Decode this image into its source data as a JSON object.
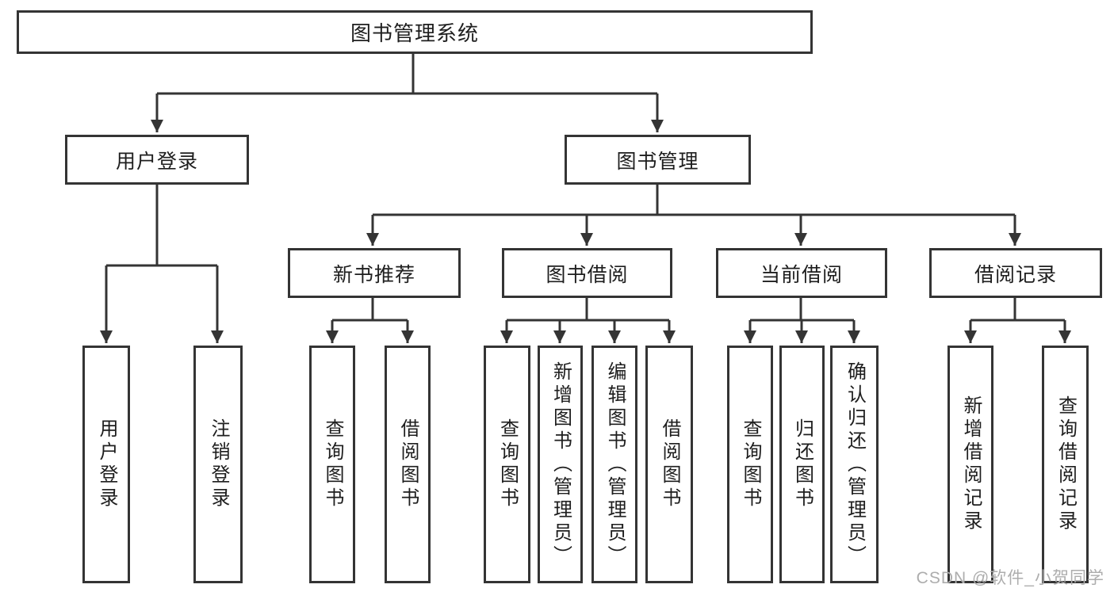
{
  "diagram": {
    "type": "hierarchy-tree",
    "watermark": "CSDN @软件_小贺同学",
    "colors": {
      "line": "#343434",
      "box_border": "#343434",
      "text": "#1e1e1e",
      "background": "#ffffff",
      "watermark": "#adadad"
    },
    "tree": {
      "root": {
        "label": "图书管理系统",
        "children": [
          {
            "label": "用户登录",
            "children": [
              {
                "label": "用户登录"
              },
              {
                "label": "注销登录"
              }
            ]
          },
          {
            "label": "图书管理",
            "children": [
              {
                "label": "新书推荐",
                "children": [
                  {
                    "label": "查询图书"
                  },
                  {
                    "label": "借阅图书"
                  }
                ]
              },
              {
                "label": "图书借阅",
                "children": [
                  {
                    "label": "查询图书"
                  },
                  {
                    "label": "新增图书（管理员）"
                  },
                  {
                    "label": "编辑图书（管理员）"
                  },
                  {
                    "label": "借阅图书"
                  }
                ]
              },
              {
                "label": "当前借阅",
                "children": [
                  {
                    "label": "查询图书"
                  },
                  {
                    "label": "归还图书"
                  },
                  {
                    "label": "确认归还（管理员）"
                  }
                ]
              },
              {
                "label": "借阅记录",
                "children": [
                  {
                    "label": "新增借阅记录"
                  },
                  {
                    "label": "查询借阅记录"
                  }
                ]
              }
            ]
          }
        ]
      }
    }
  }
}
